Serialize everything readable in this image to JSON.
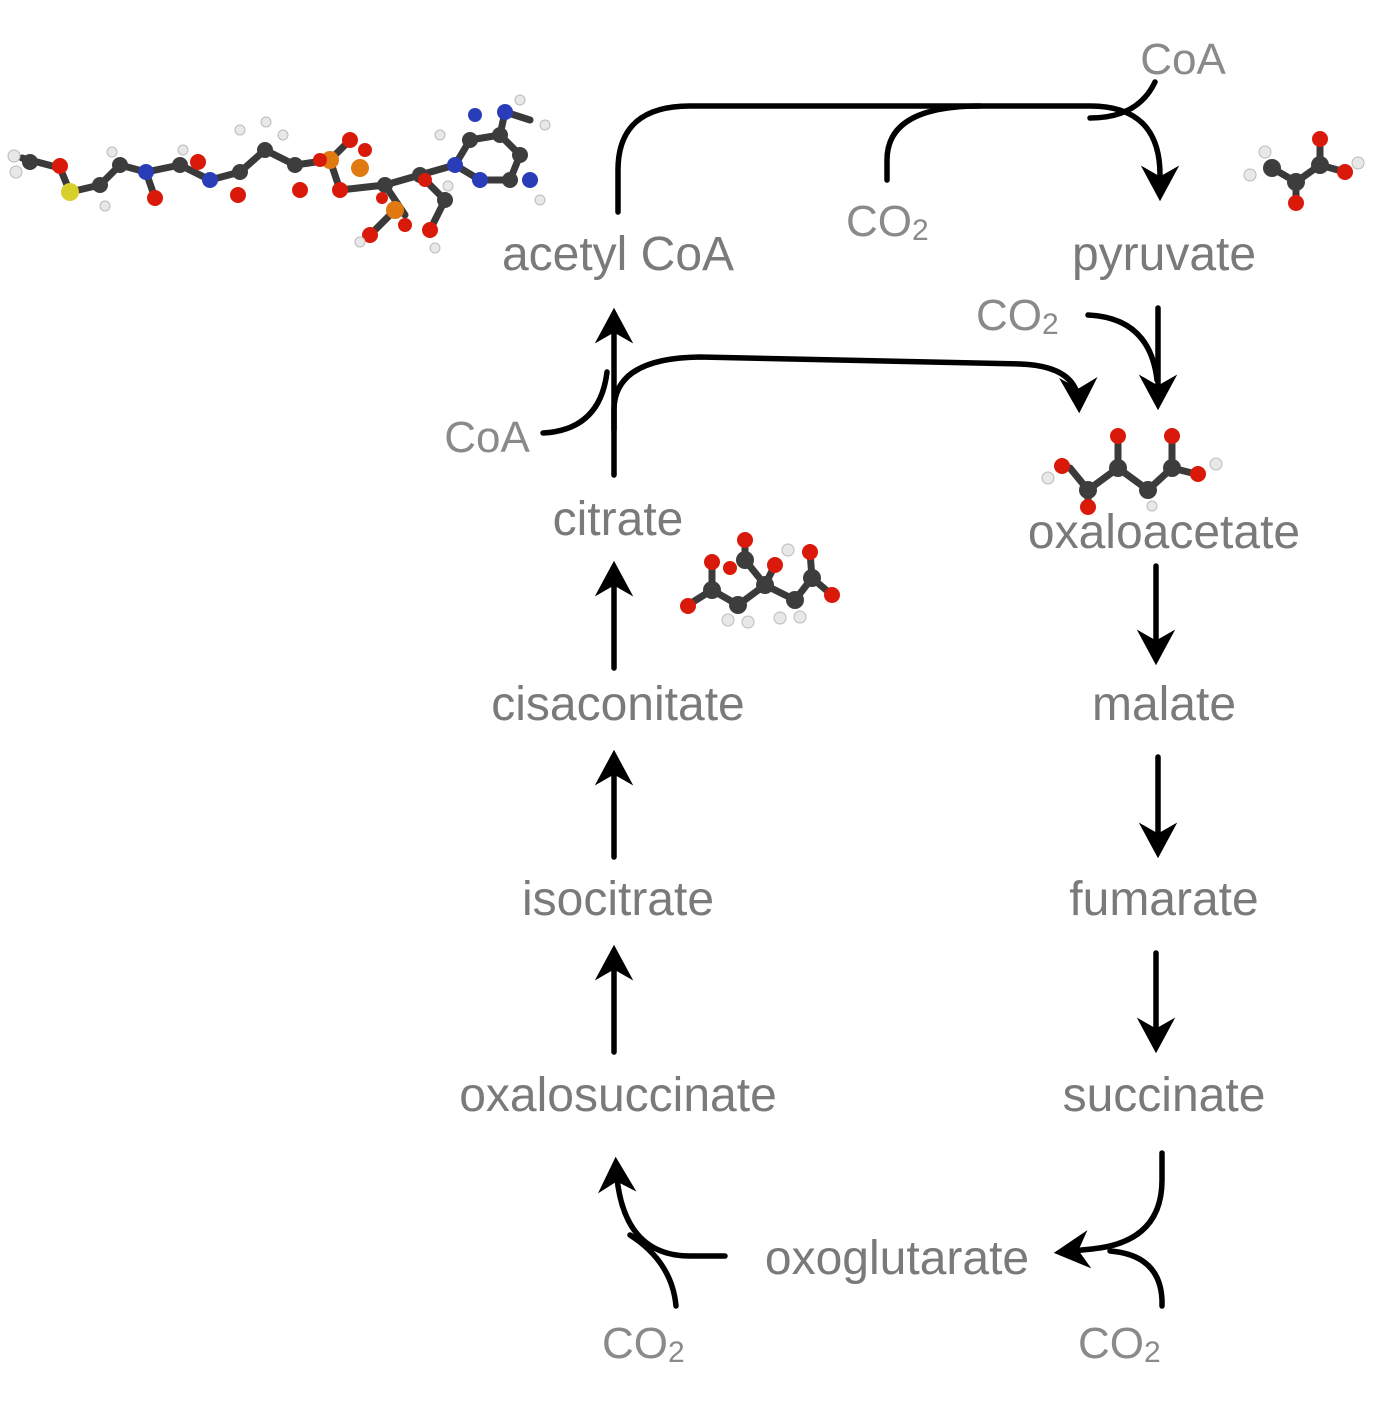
{
  "metabolites": {
    "acetyl_coa": "acetyl CoA",
    "pyruvate": "pyruvate",
    "citrate": "citrate",
    "oxaloacetate": "oxaloacetate",
    "cisaconitate": "cisaconitate",
    "malate": "malate",
    "isocitrate": "isocitrate",
    "fumarate": "fumarate",
    "oxalosuccinate": "oxalosuccinate",
    "succinate": "succinate",
    "oxoglutarate": "oxoglutarate"
  },
  "cofactors": {
    "coa_top": "CoA",
    "coa_left": "CoA",
    "co2_base": "CO",
    "co2_sub": "2"
  },
  "colors": {
    "label": "#7a7a7a",
    "arrow": "#000000",
    "carbon": "#3d3d3d",
    "oxygen": "#d91a0a",
    "hydrogen": "#e8e8e8",
    "nitrogen": "#2a3db8",
    "sulfur": "#d8cf2a",
    "phosphorus": "#e07a10"
  },
  "molecule_models": [
    "acetyl-coa-model",
    "pyruvate-model",
    "oxaloacetate-model",
    "citrate-model"
  ]
}
